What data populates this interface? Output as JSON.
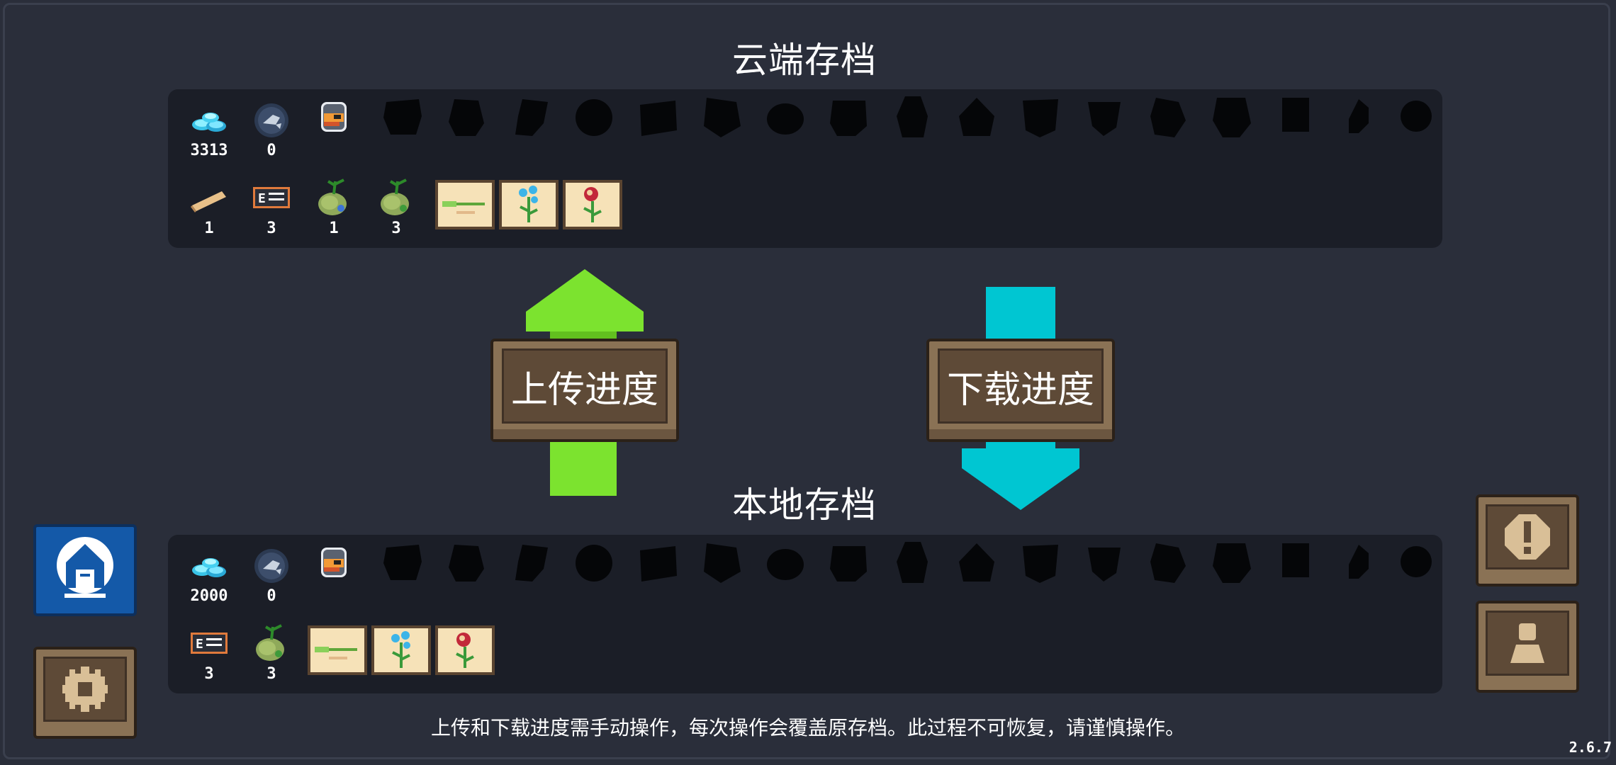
{
  "cloud": {
    "title": "云端存档",
    "row1": [
      {
        "icon": "gems-icon",
        "count": "3313"
      },
      {
        "icon": "fish-coin-icon",
        "count": "0"
      },
      {
        "icon": "knight-character-icon",
        "count": ""
      }
    ],
    "row2": [
      {
        "icon": "wood-plank-icon",
        "count": "1"
      },
      {
        "icon": "ecard-icon",
        "count": "3"
      },
      {
        "icon": "blue-seed-bag-icon",
        "count": "1"
      },
      {
        "icon": "green-seed-bag-icon",
        "count": "3"
      }
    ]
  },
  "local": {
    "title": "本地存档",
    "row1": [
      {
        "icon": "gems-icon",
        "count": "2000"
      },
      {
        "icon": "fish-coin-icon",
        "count": "0"
      },
      {
        "icon": "knight-character-icon",
        "count": ""
      }
    ],
    "row2": [
      {
        "icon": "ecard-icon",
        "count": "3"
      },
      {
        "icon": "green-seed-bag-icon",
        "count": "3"
      }
    ]
  },
  "upload_button": "上传进度",
  "download_button": "下载进度",
  "notice": "上传和下载进度需手动操作，每次操作会覆盖原存档。此过程不可恢复，请谨慎操作。",
  "version": "2.6.7",
  "colors": {
    "upload_arrow": "#7ce32f",
    "download_arrow": "#00c6d2",
    "wood": "#8a7255",
    "panel": "#1b1e27",
    "background": "#2a2e3a",
    "sunny_badge": "#1459a8"
  }
}
